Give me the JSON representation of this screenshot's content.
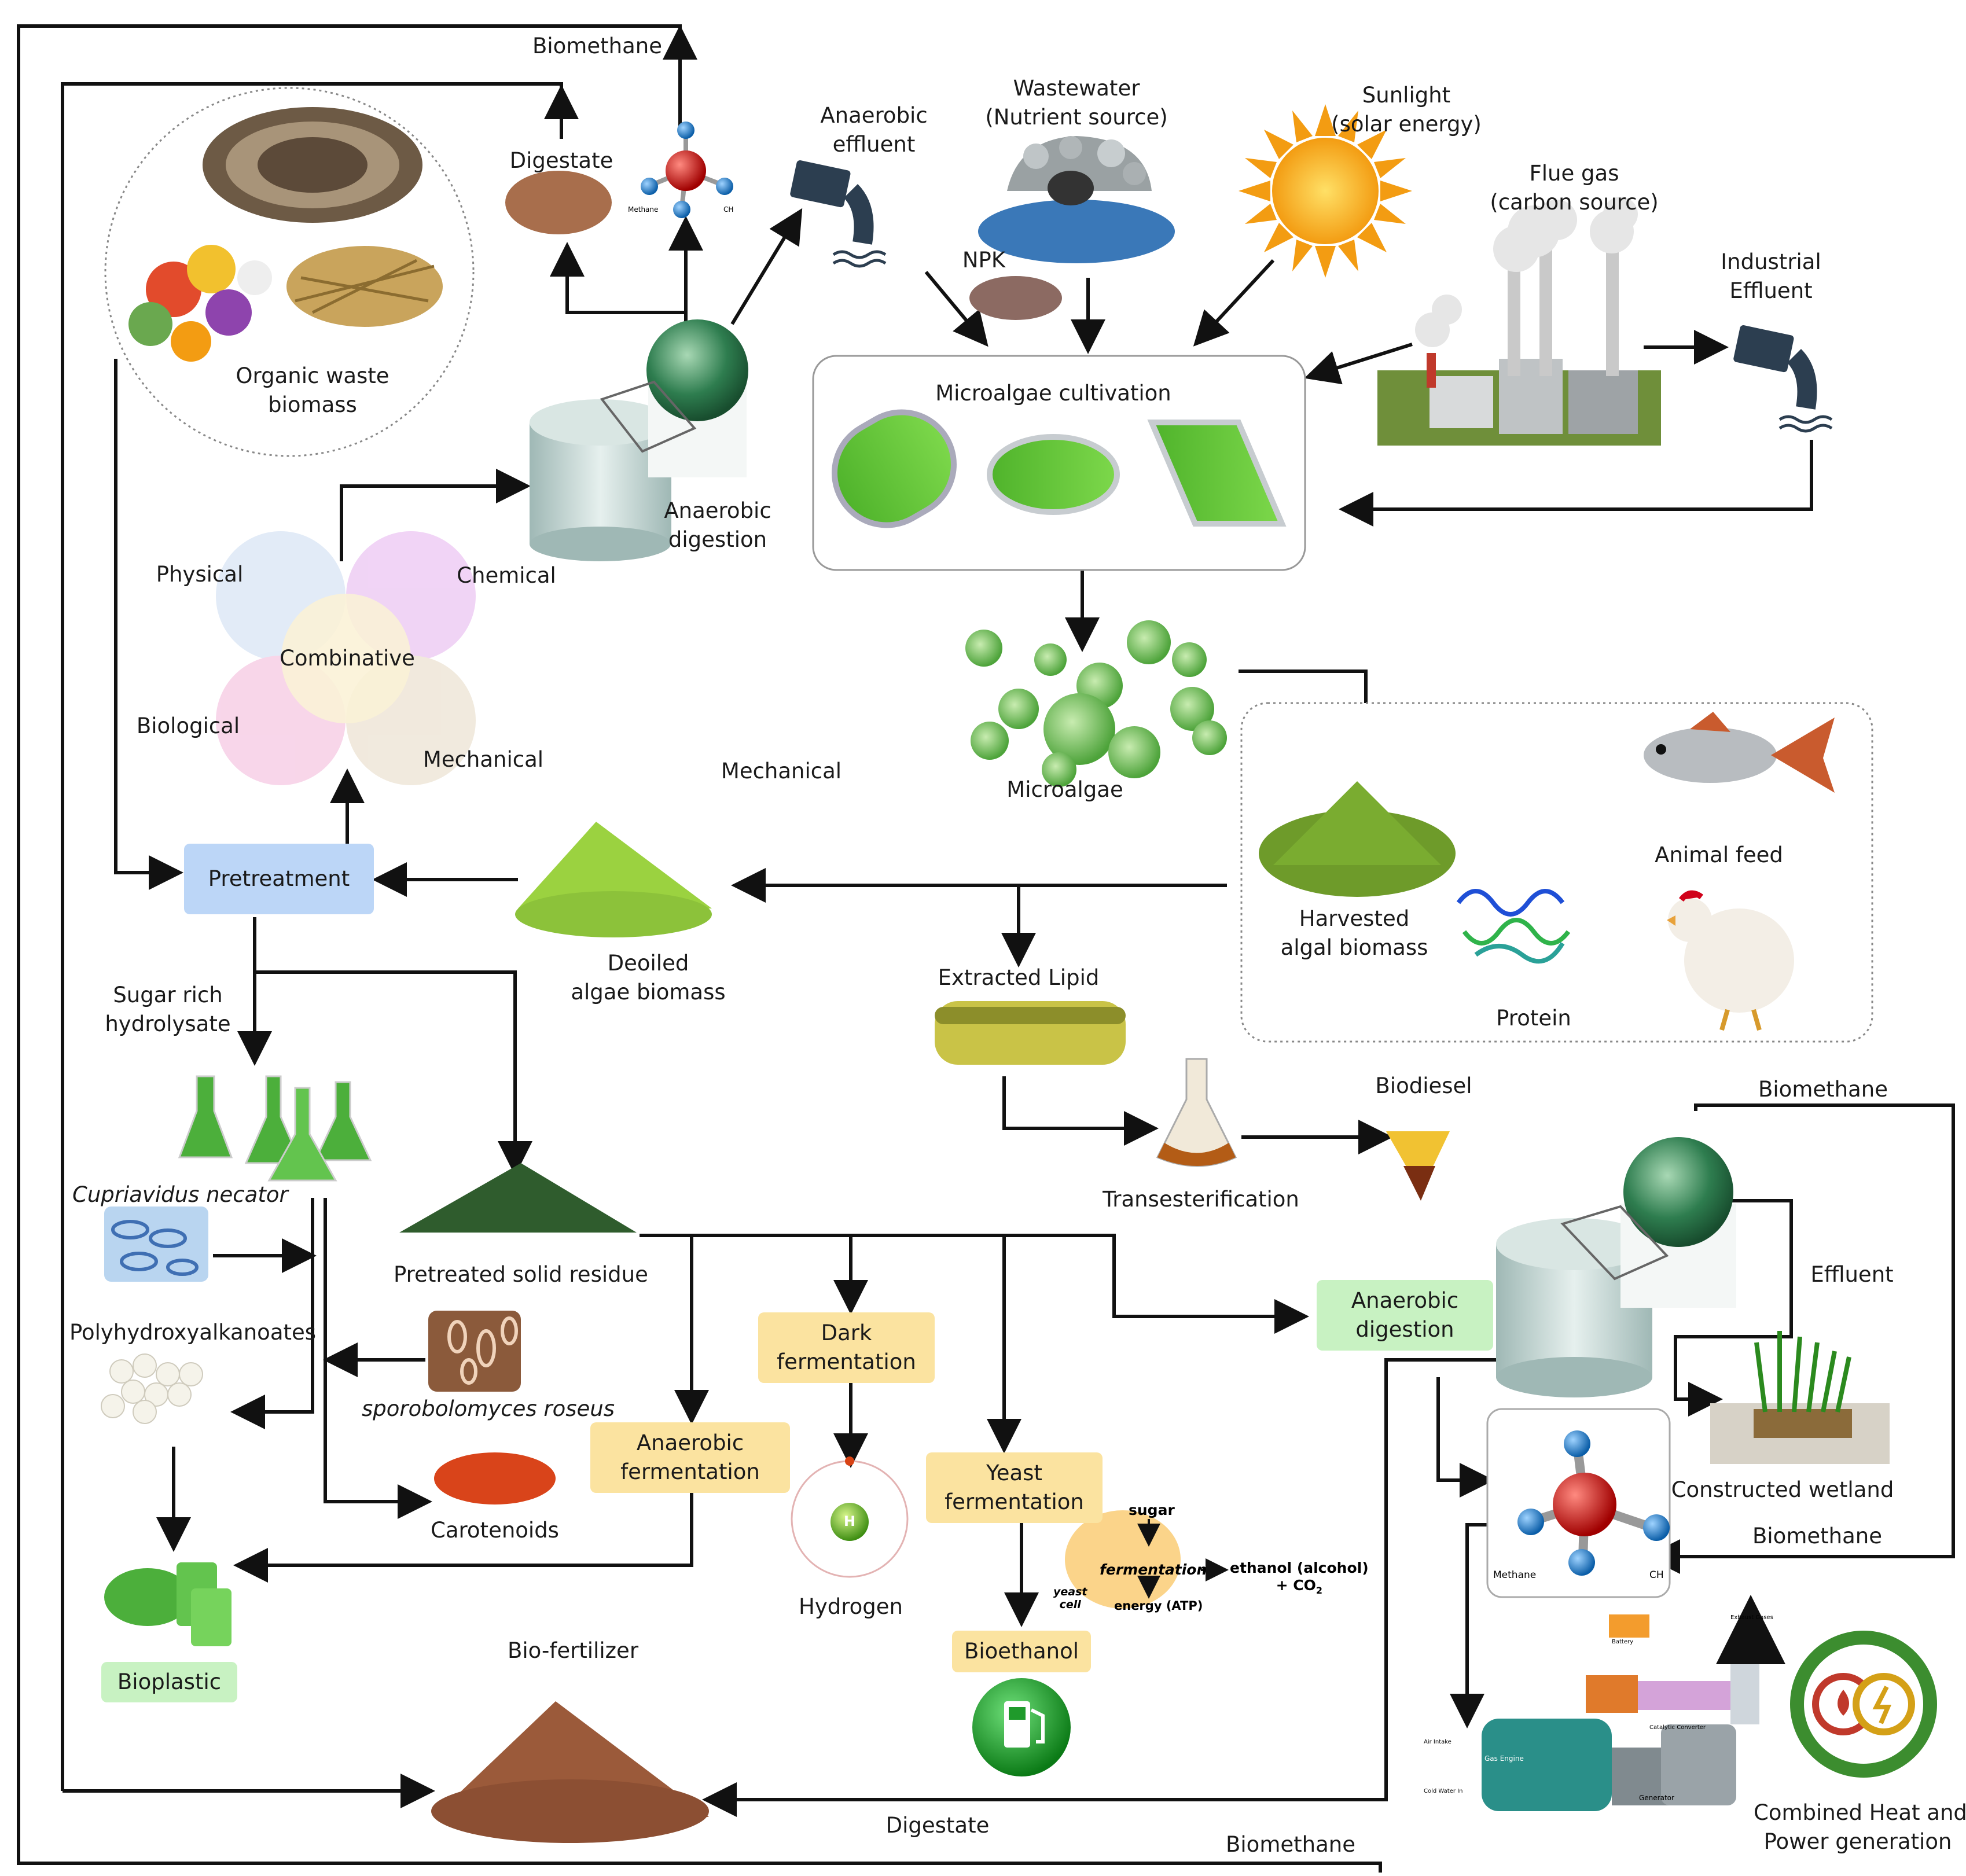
{
  "labels": {
    "biomethane_top": "Biomethane",
    "digestate_top": "Digestate",
    "anaerobic_effluent": [
      "Anaerobic",
      "effluent"
    ],
    "wastewater": [
      "Wastewater",
      "(Nutrient source)"
    ],
    "sunlight": [
      "Sunlight",
      "(solar energy)"
    ],
    "flue_gas": [
      "Flue gas",
      "(carbon source)"
    ],
    "industrial_effluent": [
      "Industrial",
      "Effluent"
    ],
    "npk": "NPK",
    "organic_waste": [
      "Organic waste",
      "biomass"
    ],
    "microalgae_cultivation": "Microalgae cultivation",
    "anaerobic_digestion_top": [
      "Anaerobic",
      "digestion"
    ],
    "physical": "Physical",
    "chemical": "Chemical",
    "combinative": "Combinative",
    "biological": "Biological",
    "mechanical_venn": "Mechanical",
    "mechanical_float": "Mechanical",
    "microalgae": "Microalgae",
    "animal_feed": "Animal feed",
    "harvested": [
      "Harvested",
      "algal biomass"
    ],
    "protein": "Protein",
    "pretreatment": "Pretreatment",
    "deoiled": [
      "Deoiled",
      "algae biomass"
    ],
    "extracted_lipid": "Extracted Lipid",
    "sugar_rich": [
      "Sugar rich",
      "hydrolysate"
    ],
    "biodiesel": "Biodiesel",
    "transesterification": "Transesterification",
    "biomethane_right": "Biomethane",
    "effluent": "Effluent",
    "cupriavidus": "Cupriavidus necator",
    "pretreated_solid": "Pretreated solid residue",
    "anaerobic_digestion_bottom": [
      "Anaerobic",
      "digestion"
    ],
    "dark_fermentation": [
      "Dark",
      "fermentation"
    ],
    "pha": "Polyhydroxyalkanoates",
    "sporobolomyces": "sporobolomyces roseus",
    "anaerobic_fermentation": [
      "Anaerobic",
      "fermentation"
    ],
    "yeast_fermentation": [
      "Yeast",
      "fermentation"
    ],
    "constructed_wetland": "Constructed wetland",
    "biomethane_wetland": "Biomethane",
    "carotenoids": "Carotenoids",
    "hydrogen": "Hydrogen",
    "bioethanol": "Bioethanol",
    "bioplastic": "Bioplastic",
    "biofertilizer": "Bio-fertilizer",
    "digestate_bottom": "Digestate",
    "biomethane_bottom": "Biomethane",
    "chp": [
      "Combined Heat and",
      "Power generation"
    ]
  },
  "mini": {
    "methane": "Methane",
    "ch4": "CH",
    "sugar": "sugar",
    "fermentation": "fermentation",
    "energy": "energy (ATP)",
    "yeast_cell": [
      "yeast",
      "cell"
    ],
    "ethanol": [
      "ethanol (alcohol)",
      "+ CO"
    ],
    "engine": [
      "Gas Engine",
      "Generator",
      "Battery",
      "Exhaust Gases",
      "Air Intake",
      "Cold Water In",
      "Catalytic Converter"
    ],
    "hydrogen_symbol": "H"
  },
  "colors": {
    "pretreatment_box": "#bcd6f7",
    "fermentation_box": "#fbe3a0",
    "green_box": "#c8f2c2",
    "algae_green": "#5cb85c",
    "arrow": "#111111"
  }
}
